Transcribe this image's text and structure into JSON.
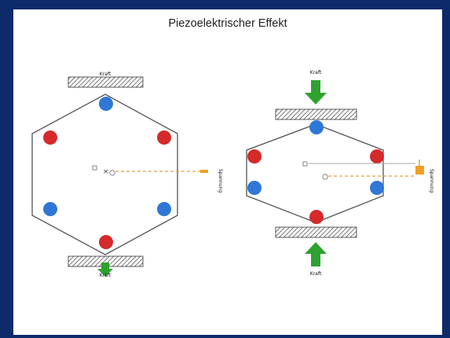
{
  "title": "Piezoelektrischer Effekt",
  "labels": {
    "left_force_top": "Kraft",
    "left_force_bottom": "Kraft",
    "left_voltage": "Spannung",
    "right_force_top": "Kraft",
    "right_force_bottom": "Kraft",
    "right_voltage": "Spannung"
  },
  "colors": {
    "positive_charge": "#d42a2a",
    "negative_charge": "#2f77d6",
    "force_arrow": "#2ea22e",
    "voltage_indicator": "#f0a020",
    "background": "#0d2a6b"
  },
  "icons": {
    "force": "arrow-down-icon",
    "plate": "hatched-plate-icon",
    "voltage_meter": "voltage-meter-icon"
  }
}
